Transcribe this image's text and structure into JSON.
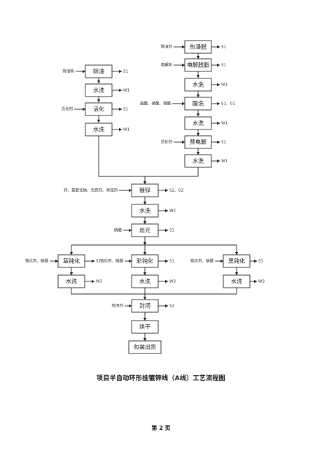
{
  "caption": "项目半自动环形挂镀锌线（A线）工艺流程图",
  "page_number": "第 2 页",
  "steps": {
    "degrease": "除油",
    "wash_l1": "水洗",
    "activate": "活化",
    "wash_l2": "水洗",
    "hot_soak": "热浸脱",
    "electro_degrease": "电解脱脂",
    "wash_r1": "水洗",
    "pickle": "酸洗",
    "wash_r2": "水洗",
    "preplate": "预电解",
    "wash_r3": "水洗",
    "galvanize": "镀锌",
    "wash_c1": "水洗",
    "brighten": "出光",
    "blue_passivate": "蓝钝化",
    "wash_b1": "水洗",
    "color_passivate": "彩钝化",
    "wash_b2": "水洗",
    "black_passivate": "黑钝化",
    "wash_b3": "水洗",
    "seal": "封闭",
    "dry": "烘干",
    "pack": "包装出货"
  },
  "inputs": {
    "degrease": "除油粉",
    "activate": "活化剂",
    "hot_soak": "除油剂",
    "electro_degrease": "电解粉",
    "pickle": "盐酸、硝酸、铬酸",
    "preplate": "活化剂",
    "galvanize": "锌、氢氧化钠、光亮剂、添加剂",
    "brighten": "硝酸",
    "blue_passivate": "钝化剂、硝酸",
    "color_passivate": "钝化剂、硝酸",
    "black_passivate": "钝化剂、硝酸",
    "seal": "封闭剂"
  },
  "outputs": {
    "degrease": "S1",
    "wash_l1": "W1",
    "activate": "S1",
    "wash_l2": "W1",
    "hot_soak": "S1",
    "electro_degrease": "S1",
    "wash_r1": "W1",
    "pickle": "S1、G1",
    "wash_r2": "W1",
    "preplate": "S2",
    "wash_r3": "W1",
    "galvanize": "S2、G2",
    "wash_c1": "W2",
    "brighten": "S1",
    "blue_passivate": "S1",
    "wash_b1": "W3",
    "color_passivate": "S1",
    "wash_b2": "W3",
    "black_passivate": "S1",
    "wash_b3": "W3",
    "seal": "S2"
  }
}
